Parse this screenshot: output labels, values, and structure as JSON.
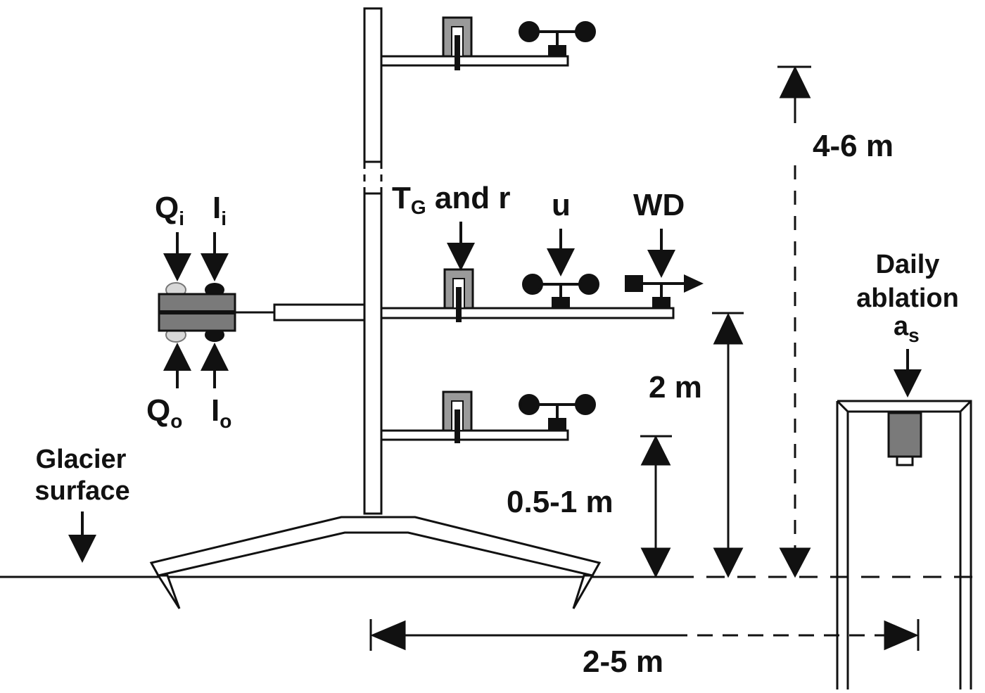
{
  "labels": {
    "qi_main": "Q",
    "qi_sub": "i",
    "ii_main": "I",
    "ii_sub": "i",
    "qo_main": "Q",
    "qo_sub": "o",
    "io_main": "I",
    "io_sub": "o",
    "tg_main": "T",
    "tg_sub": "G",
    "tg_rest": " and r",
    "u": "u",
    "wd": "WD",
    "daily_line1": "Daily",
    "daily_line2": "ablation",
    "as_main": "a",
    "as_sub": "s",
    "glacier_line1": "Glacier",
    "glacier_line2": "surface"
  },
  "dimensions": {
    "h_top": "4-6 m",
    "h_mid": "2 m",
    "h_low": "0.5-1 m",
    "distance": "2-5 m"
  },
  "colors": {
    "line": "#111111",
    "sensor_gray": "#9a9a9a",
    "dark_gray": "#555555",
    "background": "#ffffff"
  }
}
